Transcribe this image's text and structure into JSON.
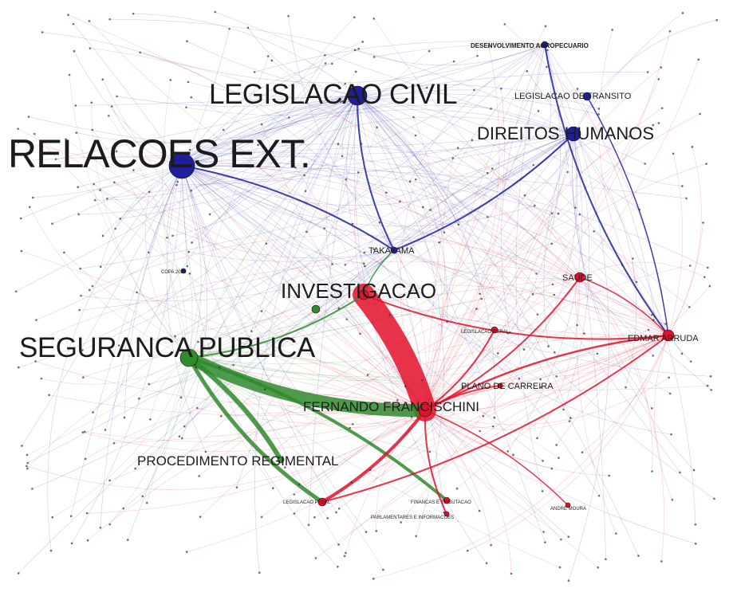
{
  "graph": {
    "colors": {
      "blue": "#1f1f9e",
      "red": "#e3102a",
      "green": "#2f8a2b",
      "gray": "#555555"
    },
    "nodes": [
      {
        "id": "relacoes",
        "label": "RELACOES EXT.",
        "color": "blue"
      },
      {
        "id": "legislacao_civil",
        "label": "LEGISLACAO CIVIL",
        "color": "blue"
      },
      {
        "id": "direitos_humanos",
        "label": "DIREITOS HUMANOS",
        "color": "blue"
      },
      {
        "id": "desenvolvimento",
        "label": "DESENVOLVIMENTO AGROPECUARIO",
        "color": "blue"
      },
      {
        "id": "legislacao_transito",
        "label": "LEGISLACAO DE TRANSITO",
        "color": "blue"
      },
      {
        "id": "takayama",
        "label": "TAKAYAMA",
        "color": "blue"
      },
      {
        "id": "copa",
        "label": "COPA 2014",
        "color": "blue"
      },
      {
        "id": "investigacao",
        "label": "INVESTIGACAO",
        "color": "red"
      },
      {
        "id": "seguranca",
        "label": "SEGURANCA PUBLICA",
        "color": "green"
      },
      {
        "id": "fernando",
        "label": "FERNANDO FRANCISCHINI",
        "color": "red"
      },
      {
        "id": "procedimento",
        "label": "PROCEDIMENTO REGIMENTAL",
        "color": "green"
      },
      {
        "id": "edmar",
        "label": "EDMAR ARRUDA",
        "color": "red"
      },
      {
        "id": "saude",
        "label": "SAUDE",
        "color": "red"
      },
      {
        "id": "legislacao_geral",
        "label": "LEGISLACAO GERAL",
        "color": "red"
      },
      {
        "id": "plano_carreira",
        "label": "PLANO DE CARREIRA",
        "color": "red"
      },
      {
        "id": "legislacao_penal",
        "label": "LEGISLACAO PENAL",
        "color": "red"
      },
      {
        "id": "financas",
        "label": "FINANCAS E TRIBUTACAO",
        "color": "red"
      },
      {
        "id": "parlamentares",
        "label": "PARLAMENTARES E INFORMACOES",
        "color": "red"
      },
      {
        "id": "andre",
        "label": "ANDRE MOURA",
        "color": "red"
      },
      {
        "id": "mid_green",
        "label": "",
        "color": "green"
      }
    ],
    "edges": [
      {
        "from": "relacoes",
        "to": "takayama",
        "color": "blue",
        "weight": 2
      },
      {
        "from": "legislacao_civil",
        "to": "takayama",
        "color": "blue",
        "weight": 2
      },
      {
        "from": "direitos_humanos",
        "to": "takayama",
        "color": "blue",
        "weight": 2
      },
      {
        "from": "desenvolvimento",
        "to": "edmar",
        "color": "blue",
        "weight": 2
      },
      {
        "from": "legislacao_transito",
        "to": "edmar",
        "color": "blue",
        "weight": 1.5
      },
      {
        "from": "takayama",
        "to": "investigacao",
        "color": "green",
        "weight": 1.5
      },
      {
        "from": "investigacao",
        "to": "fernando",
        "color": "red",
        "weight": 28
      },
      {
        "from": "seguranca",
        "to": "fernando",
        "color": "green",
        "weight": 16
      },
      {
        "from": "seguranca",
        "to": "procedimento",
        "color": "green",
        "weight": 6
      },
      {
        "from": "seguranca",
        "to": "legislacao_penal",
        "color": "green",
        "weight": 5
      },
      {
        "from": "seguranca",
        "to": "financas",
        "color": "green",
        "weight": 4
      },
      {
        "from": "seguranca",
        "to": "investigacao",
        "color": "green",
        "weight": 2
      },
      {
        "from": "fernando",
        "to": "edmar",
        "color": "red",
        "weight": 2.5
      },
      {
        "from": "fernando",
        "to": "saude",
        "color": "red",
        "weight": 2
      },
      {
        "from": "fernando",
        "to": "legislacao_penal",
        "color": "red",
        "weight": 4
      },
      {
        "from": "fernando",
        "to": "parlamentares",
        "color": "red",
        "weight": 2
      },
      {
        "from": "fernando",
        "to": "andre",
        "color": "red",
        "weight": 1.5
      },
      {
        "from": "fernando",
        "to": "legislacao_geral",
        "color": "red",
        "weight": 2
      },
      {
        "from": "fernando",
        "to": "plano_carreira",
        "color": "red",
        "weight": 2
      },
      {
        "from": "investigacao",
        "to": "edmar",
        "color": "red",
        "weight": 2
      },
      {
        "from": "edmar",
        "to": "legislacao_penal",
        "color": "red",
        "weight": 2
      },
      {
        "from": "edmar",
        "to": "saude",
        "color": "red",
        "weight": 1.5
      }
    ]
  }
}
